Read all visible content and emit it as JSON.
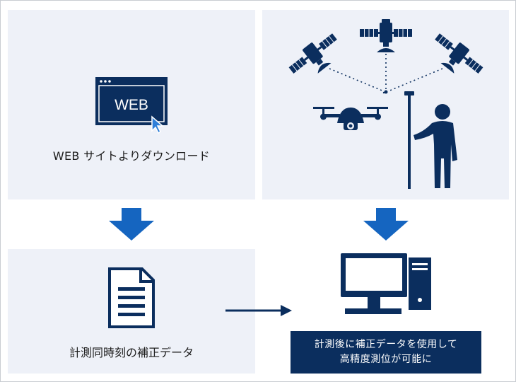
{
  "colors": {
    "panel": "#eef1f8",
    "navy": "#0b2e5e",
    "arrow_blue": "#1565c0",
    "frame_border": "#c9ccd2"
  },
  "web_panel": {
    "browser_text": "WEB",
    "label": "WEB サイトよりダウンロード"
  },
  "survey_panel": {
    "icons": [
      "satellite-icon",
      "satellite-icon",
      "satellite-icon",
      "drone-icon",
      "survey-pole-icon",
      "person-icon"
    ]
  },
  "data_panel": {
    "label": "計測同時刻の補正データ"
  },
  "result_panel": {
    "line1": "計測後に補正データを使用して",
    "line2": "高精度測位が可能に"
  },
  "arrows": [
    "down-arrow-icon",
    "down-arrow-icon",
    "right-arrow-icon"
  ]
}
